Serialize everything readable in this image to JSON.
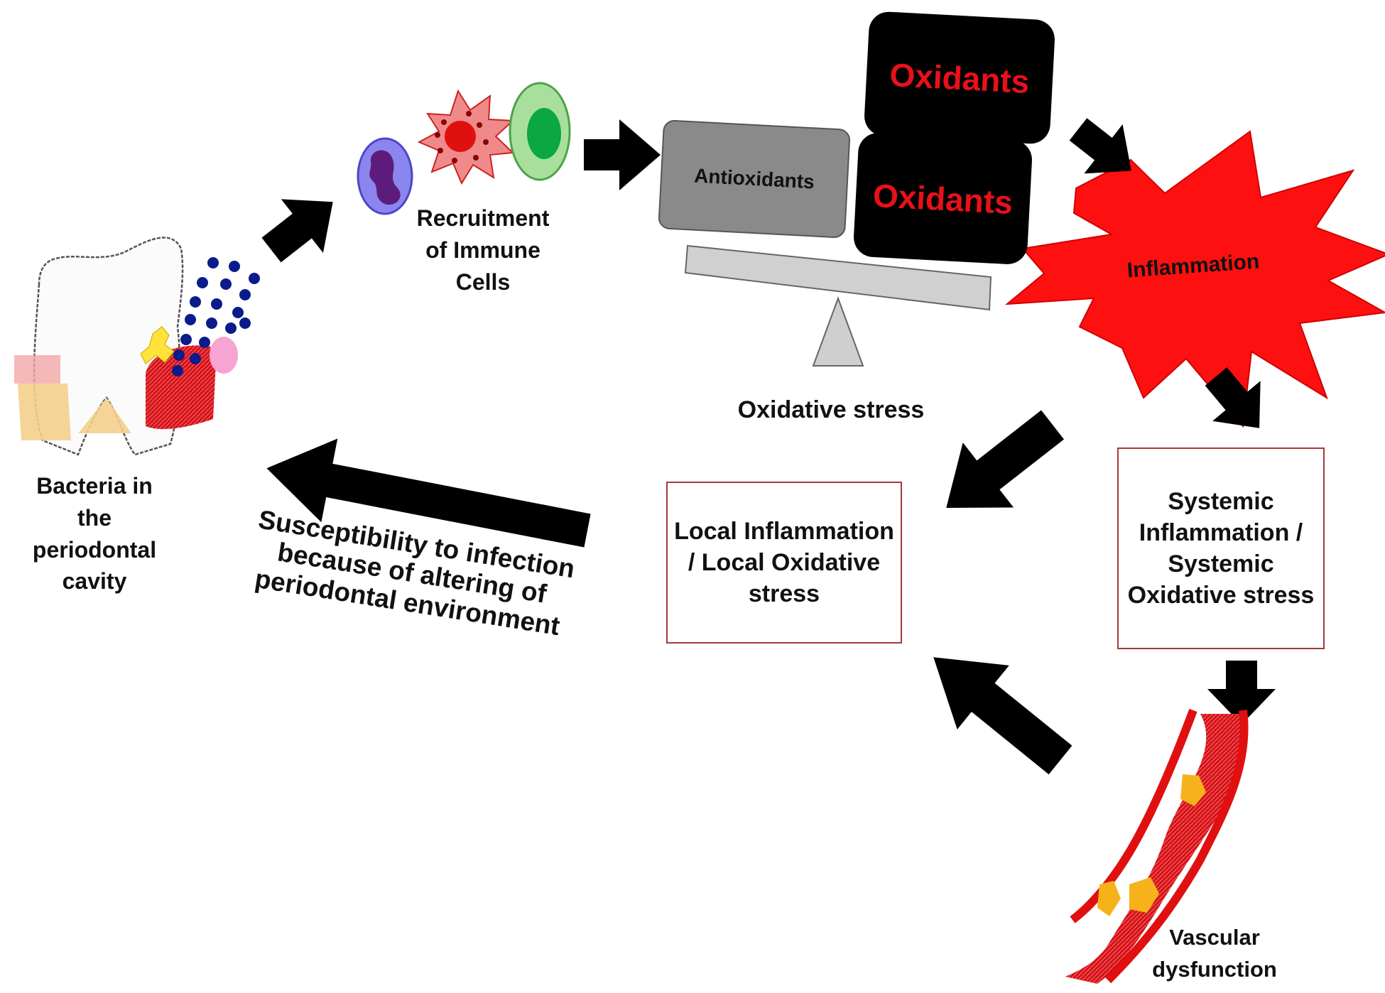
{
  "labels": {
    "bacteria": "Bacteria in the periodontal cavity",
    "recruitment": "Recruitment of Immune Cells",
    "antioxidants": "Antioxidants",
    "oxidants_top": "Oxidants",
    "oxidants_bottom": "Oxidants",
    "oxidative_stress": "Oxidative stress",
    "inflammation": "Inflammation",
    "local": "Local Inflammation / Local Oxidative stress",
    "systemic": "Systemic Inflammation / Systemic Oxidative stress",
    "vascular": "Vascular dysfunction",
    "susceptibility": "Susceptibility to infection because of altering of periodontal environment"
  },
  "colors": {
    "arrow": "#000000",
    "oxidant_text": "#e8101a",
    "burst": "#ff1010",
    "box_border": "#a33a3a"
  }
}
